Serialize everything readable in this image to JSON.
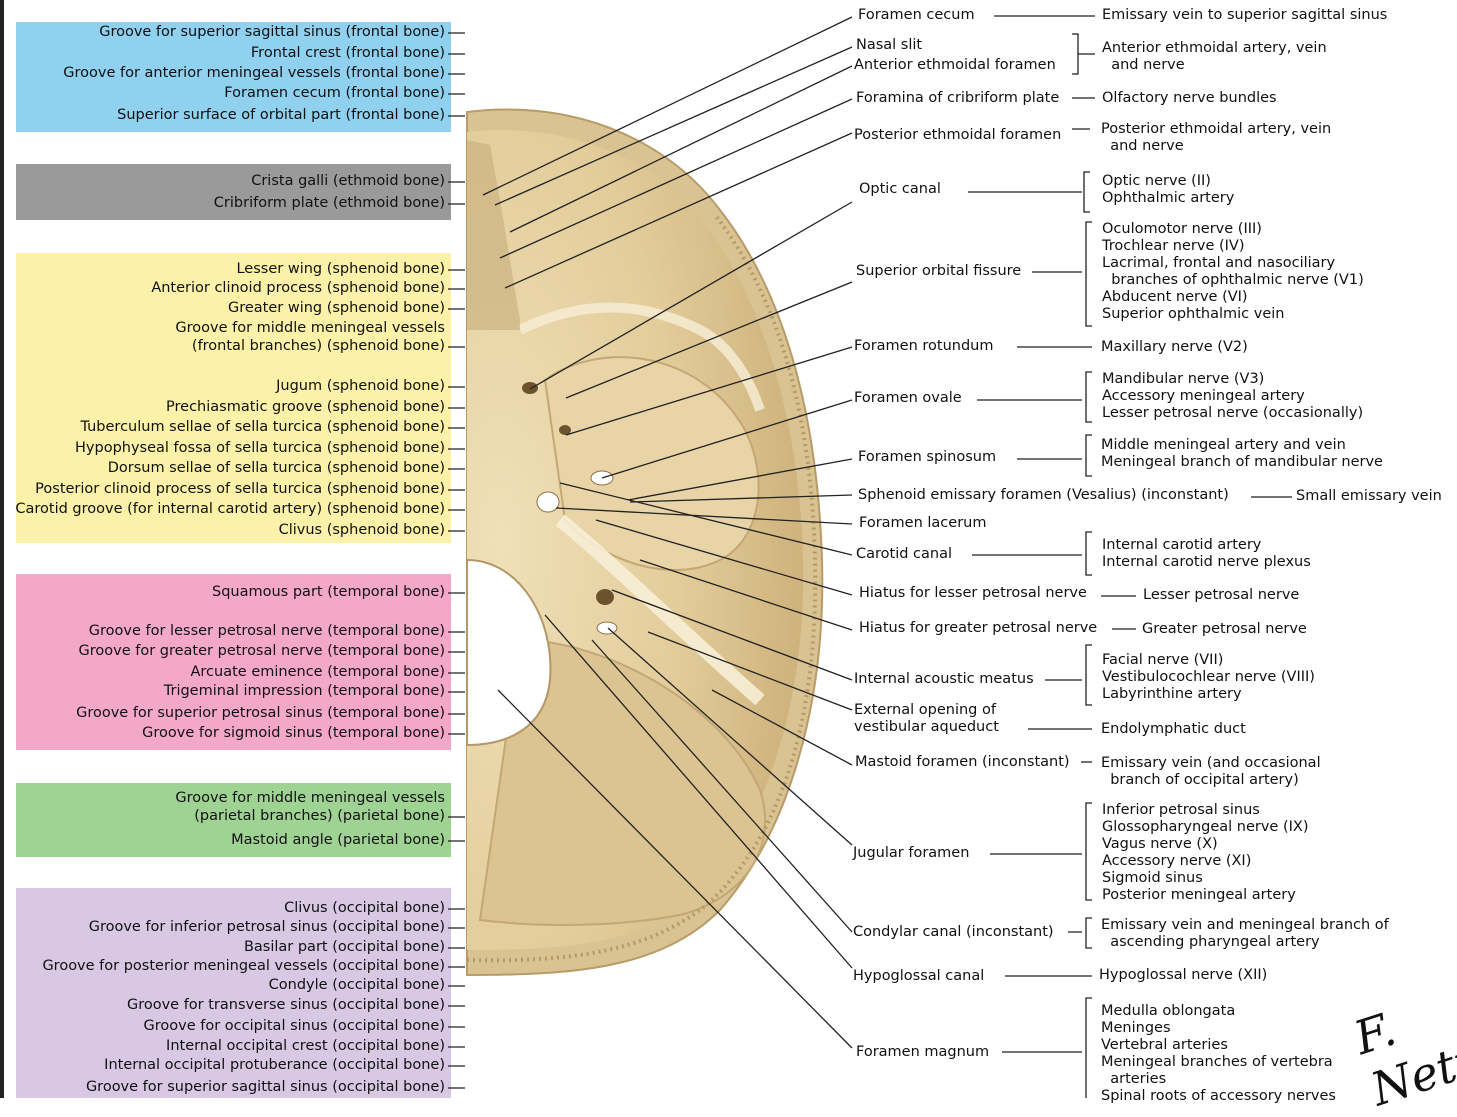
{
  "colors": {
    "frontal": "#8fd1ef",
    "ethmoid": "#9a9a9a",
    "sphenoid": "#fbf1a8",
    "temporal": "#f4a8c9",
    "parietal": "#9fd394",
    "occipital": "#d8c8e4",
    "bone": "#e3cfa0",
    "bone_shadow": "#c9ae7a"
  },
  "left_groups": [
    {
      "name": "frontal",
      "labels": [
        "Groove for superior sagittal sinus (frontal bone)",
        "Frontal crest (frontal bone)",
        "Groove for anterior meningeal vessels (frontal bone)",
        "Foramen cecum (frontal bone)",
        "Superior surface of orbital part (frontal bone)"
      ]
    },
    {
      "name": "ethmoid",
      "labels": [
        "Crista galli (ethmoid bone)",
        "Cribriform plate (ethmoid bone)"
      ]
    },
    {
      "name": "sphenoid",
      "labels": [
        "Lesser wing (sphenoid bone)",
        "Anterior clinoid process (sphenoid bone)",
        "Greater wing (sphenoid bone)",
        "Groove for middle meningeal vessels",
        "(frontal branches) (sphenoid bone)",
        "Jugum (sphenoid bone)",
        "Prechiasmatic groove (sphenoid bone)",
        "Tuberculum sellae of sella turcica (sphenoid bone)",
        "Hypophyseal fossa of sella turcica (sphenoid bone)",
        "Dorsum sellae of sella turcica (sphenoid bone)",
        "Posterior clinoid process of sella turcica (sphenoid bone)",
        "Carotid groove (for internal carotid artery) (sphenoid bone)",
        "Clivus (sphenoid bone)"
      ]
    },
    {
      "name": "temporal",
      "labels": [
        "Squamous part (temporal bone)",
        "Groove for lesser petrosal nerve (temporal bone)",
        "Groove for greater petrosal nerve (temporal bone)",
        "Arcuate eminence (temporal bone)",
        "Trigeminal impression (temporal bone)",
        "Groove for superior petrosal sinus (temporal bone)",
        "Groove for sigmoid sinus (temporal bone)"
      ]
    },
    {
      "name": "parietal",
      "labels": [
        "Groove for middle meningeal vessels",
        "(parietal branches) (parietal bone)",
        "Mastoid angle (parietal bone)"
      ]
    },
    {
      "name": "occipital",
      "labels": [
        "Clivus (occipital bone)",
        "Groove for inferior petrosal sinus (occipital bone)",
        "Basilar part (occipital bone)",
        "Groove for posterior meningeal vessels (occipital bone)",
        "Condyle (occipital bone)",
        "Groove for transverse sinus (occipital bone)",
        "Groove for occipital sinus (occipital bone)",
        "Internal occipital crest (occipital bone)",
        "Internal occipital protuberance (occipital bone)",
        "Groove for superior sagittal sinus (occipital bone)"
      ]
    }
  ],
  "foramina": [
    "Foramen cecum",
    "Nasal slit",
    "Anterior ethmoidal foramen",
    "Foramina of cribriform plate",
    "Posterior ethmoidal foramen",
    "Optic canal",
    "Superior orbital fissure",
    "Foramen rotundum",
    "Foramen ovale",
    "Foramen spinosum",
    "Sphenoid emissary foramen (Vesalius) (inconstant)",
    "Foramen lacerum",
    "Carotid canal",
    "Hiatus for lesser petrosal nerve",
    "Hiatus for greater petrosal nerve",
    "Internal acoustic meatus",
    "External opening of\nvestibular aqueduct",
    "Mastoid foramen (inconstant)",
    "Jugular foramen",
    "Condylar canal (inconstant)",
    "Hypoglossal canal",
    "Foramen magnum"
  ],
  "contents": [
    "Emissary vein to superior sagittal sinus",
    "Anterior ethmoidal artery, vein\n  and nerve",
    "Olfactory nerve bundles",
    "Posterior ethmoidal artery, vein\n  and nerve",
    "Optic nerve (II)\nOphthalmic artery",
    "Oculomotor nerve (III)\nTrochlear nerve (IV)\nLacrimal, frontal and nasociliary\n  branches of ophthalmic nerve (V1)\nAbducent nerve (VI)\nSuperior ophthalmic vein",
    "Maxillary nerve (V2)",
    "Mandibular nerve (V3)\nAccessory meningeal artery\nLesser petrosal nerve (occasionally)",
    "Middle meningeal artery and vein\nMeningeal branch of mandibular nerve",
    "Small emissary vein",
    "Internal carotid artery\nInternal carotid nerve plexus",
    "Lesser petrosal nerve",
    "Greater petrosal nerve",
    "Facial nerve (VII)\nVestibulocochlear nerve (VIII)\nLabyrinthine artery",
    "Endolymphatic duct",
    "Emissary vein (and occasional\n  branch of occipital artery)",
    "Inferior petrosal sinus\nGlossopharyngeal nerve (IX)\nVagus nerve (X)\nAccessory nerve (XI)\nSigmoid sinus\nPosterior meningeal artery",
    "Emissary vein and meningeal branch of\n  ascending pharyngeal artery",
    "Hypoglossal nerve (XII)",
    "Medulla oblongata\nMeninges\nVertebral arteries\nMeningeal branches of vertebra\n  arteries\nSpinal roots of accessory nerves"
  ],
  "signature": "F. Nett"
}
